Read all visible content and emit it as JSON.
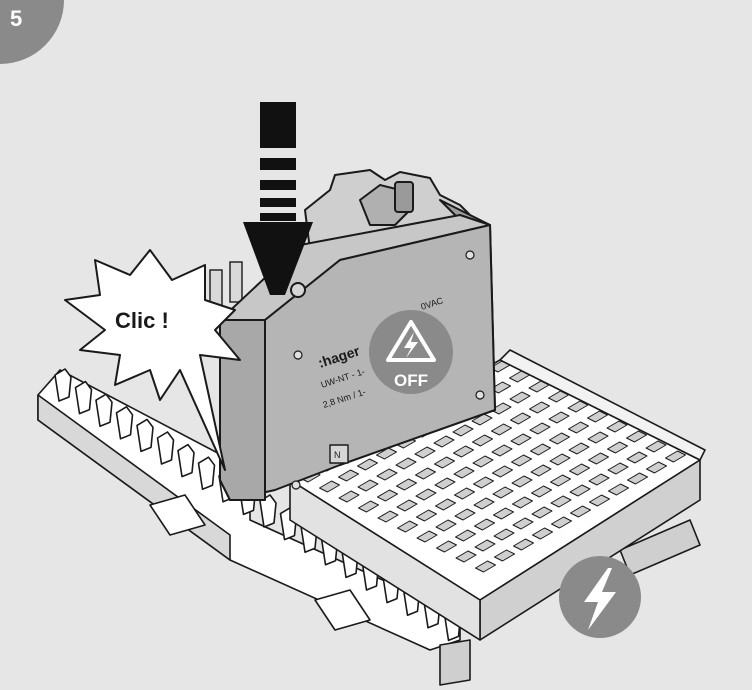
{
  "step": {
    "number": "5"
  },
  "callout": {
    "text": "Clic !"
  },
  "device": {
    "brand": ":hager",
    "model": "UW-NT - 1-",
    "torque": "2,8 Nm / 1-",
    "voltage": "0VAC",
    "terminal": "N"
  },
  "warning_badge": {
    "label": "OFF",
    "icon": "lightning-triangle-icon"
  },
  "power_badge": {
    "icon": "lightning-bolt-icon"
  },
  "arrow": {
    "icon": "press-down-arrow-icon"
  },
  "colors": {
    "background": "#e6e6e6",
    "badge": "#8a8a8a",
    "badge_text": "#ffffff",
    "outline": "#1a1a1a",
    "device_fill": "#b5b5b5",
    "rail_fill": "#ffffff"
  }
}
